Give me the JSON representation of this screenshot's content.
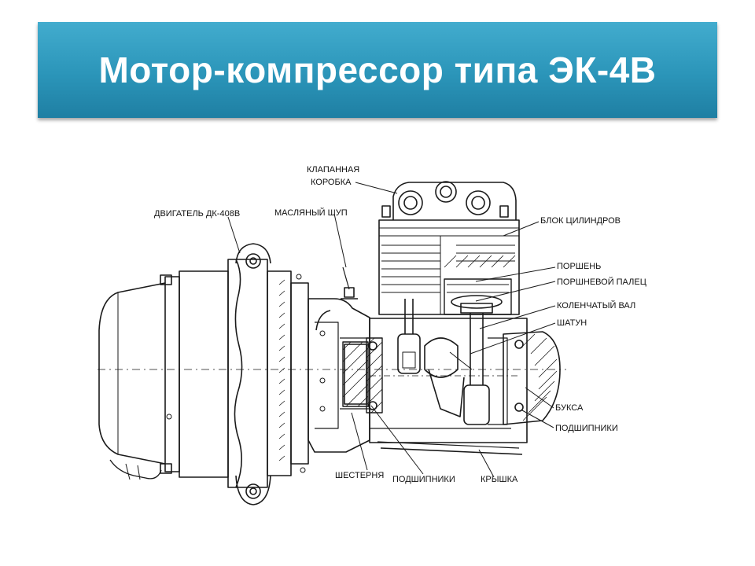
{
  "slide": {
    "title": "Мотор-компрессор типа ЭК-4В"
  },
  "diagram": {
    "labels": {
      "valve_box_line1": "КЛАПАННАЯ",
      "valve_box_line2": "КОРОБКА",
      "motor": "ДВИГАТЕЛЬ ДК-408В",
      "oil_dipstick": "МАСЛЯНЫЙ ШУП",
      "cylinder_block": "БЛОК ЦИЛИНДРОВ",
      "piston": "ПОРШЕНЬ",
      "piston_pin": "ПОРШНЕВОЙ ПАЛЕЦ",
      "crankshaft": "КОЛЕНЧАТЫЙ ВАЛ",
      "connecting_rod": "ШАТУН",
      "bushing": "БУКСА",
      "bearings_right": "ПОДШИПНИКИ",
      "gear": "ШЕСТЕРНЯ",
      "bearings_bottom": "ПОДШИПНИКИ",
      "cover": "КРЫШКА"
    }
  }
}
